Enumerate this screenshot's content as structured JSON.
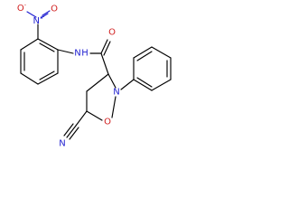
{
  "colors": {
    "carbon": "#000000",
    "nitrogen": "#1f1fd0",
    "oxygen": "#d01f1f",
    "background": "#ffffff"
  },
  "atoms": {
    "nitro_o_top": {
      "text": "O",
      "sup": "-",
      "element": "oxygen"
    },
    "nitro_n": {
      "text": "N",
      "sup": "+",
      "element": "nitrogen"
    },
    "nitro_o_left": {
      "text": "O",
      "element": "oxygen"
    },
    "amide_n": {
      "text": "N",
      "element": "nitrogen"
    },
    "amide_h": {
      "text": "H",
      "element": "nitrogen"
    },
    "amide_o": {
      "text": "O",
      "element": "oxygen"
    },
    "ring_n": {
      "text": "N",
      "element": "nitrogen"
    },
    "ring_o": {
      "text": "O",
      "element": "oxygen"
    },
    "nitrile_n": {
      "text": "N",
      "element": "nitrogen"
    }
  }
}
